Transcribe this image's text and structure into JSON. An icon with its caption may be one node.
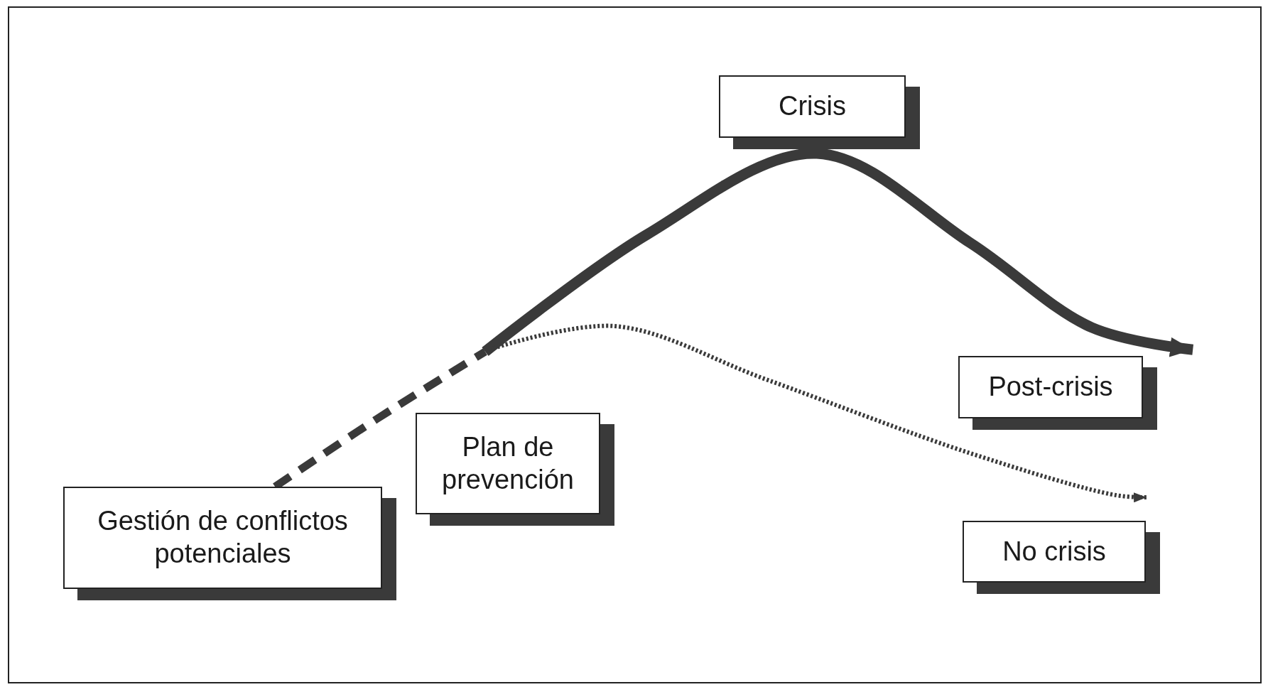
{
  "diagram": {
    "nodes": [
      {
        "text": [
          "Gestión de conflictos potenciales"
        ]
      },
      {
        "text": [
          "Plan de prevención"
        ]
      },
      {
        "text": [
          "Crisis"
        ]
      },
      {
        "text": [
          "Post-crisis"
        ]
      },
      {
        "text": [
          "No crisis"
        ]
      }
    ],
    "edges": [
      {
        "from": 0,
        "to": null,
        "arrow": "none",
        "style": "dashed"
      },
      {
        "from": null,
        "to": 3,
        "arrow": "to"
      },
      {
        "from": null,
        "to": 4,
        "arrow": "to",
        "style": "dashed"
      }
    ]
  }
}
